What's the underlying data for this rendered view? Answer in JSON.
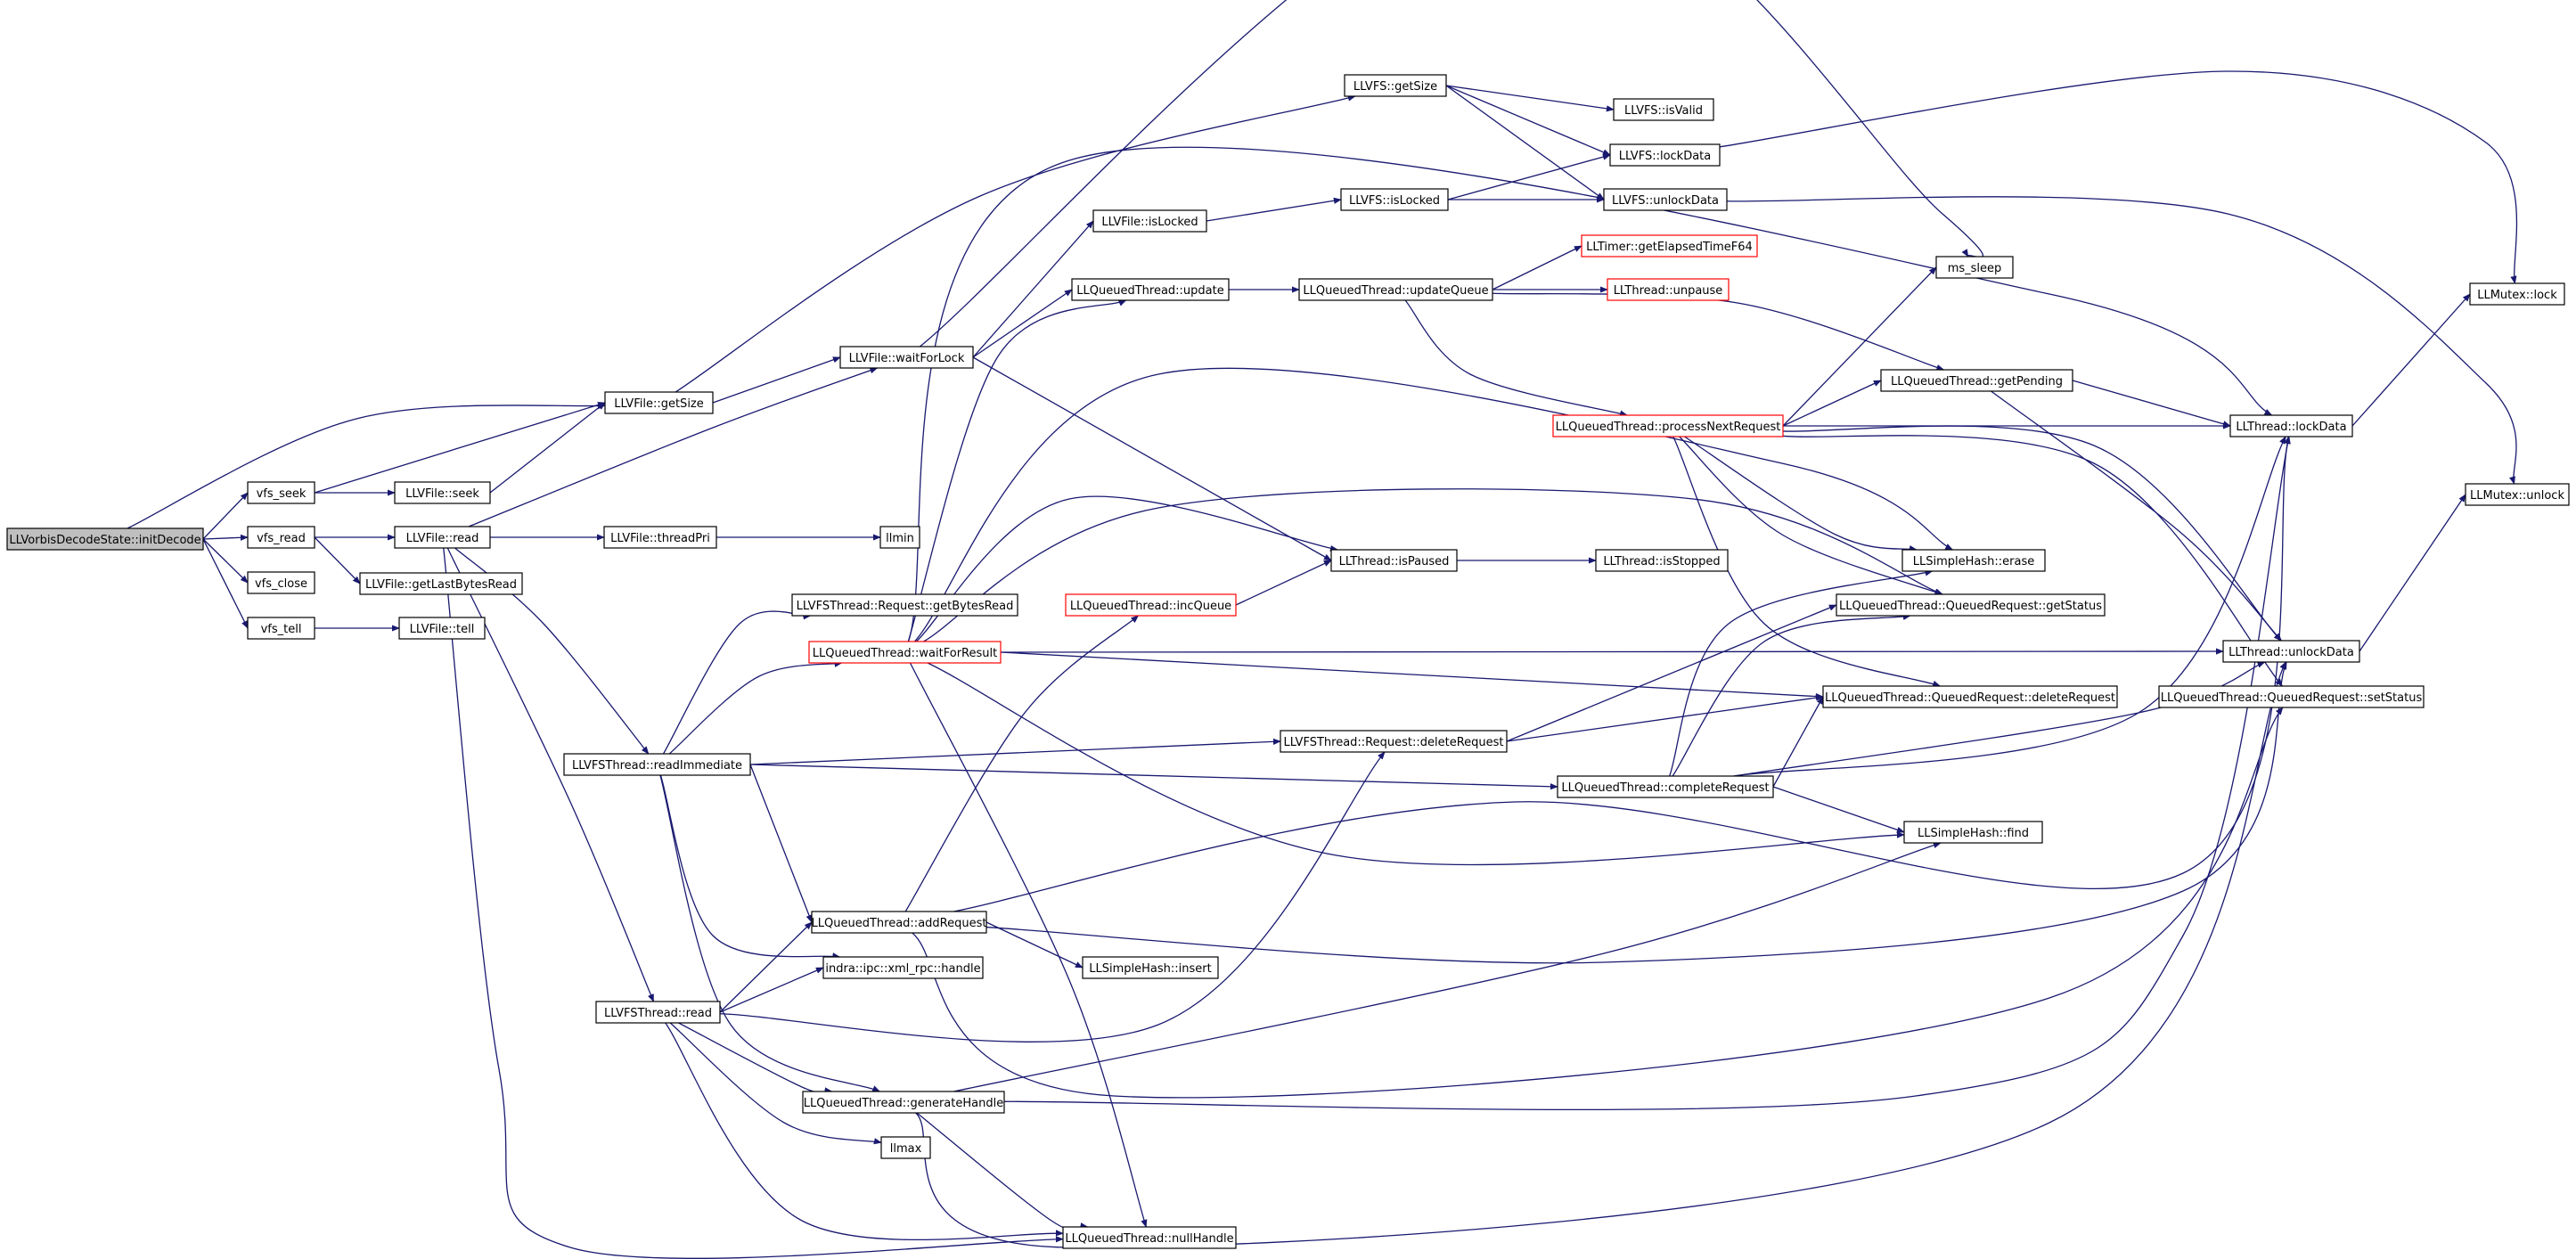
{
  "colors": {
    "edge": "#191970",
    "node_border": "#000000",
    "truncated_border": "#ff0000",
    "root_fill": "#bfbfbf"
  },
  "nodes": [
    {
      "id": "initDecode",
      "label": "LLVorbisDecodeState::initDecode",
      "style": "root"
    },
    {
      "id": "vfs_seek",
      "label": "vfs_seek"
    },
    {
      "id": "vfs_read",
      "label": "vfs_read"
    },
    {
      "id": "vfs_close",
      "label": "vfs_close"
    },
    {
      "id": "vfs_tell",
      "label": "vfs_tell"
    },
    {
      "id": "llvfile_getsize",
      "label": "LLVFile::getSize"
    },
    {
      "id": "llvfile_seek",
      "label": "LLVFile::seek"
    },
    {
      "id": "llvfile_read",
      "label": "LLVFile::read"
    },
    {
      "id": "llvfile_getlastbytesread",
      "label": "LLVFile::getLastBytesRead"
    },
    {
      "id": "llvfile_tell",
      "label": "LLVFile::tell"
    },
    {
      "id": "llvfile_waitforlock",
      "label": "LLVFile::waitForLock"
    },
    {
      "id": "llvfile_threadpri",
      "label": "LLVFile::threadPri"
    },
    {
      "id": "llmin",
      "label": "llmin"
    },
    {
      "id": "llvfs_getsize",
      "label": "LLVFS::getSize"
    },
    {
      "id": "llvfs_isvalid",
      "label": "LLVFS::isValid"
    },
    {
      "id": "llvfs_lockdata",
      "label": "LLVFS::lockData"
    },
    {
      "id": "llvfs_unlockdata",
      "label": "LLVFS::unlockData"
    },
    {
      "id": "llvfile_islocked",
      "label": "LLVFile::isLocked"
    },
    {
      "id": "llvfs_islocked",
      "label": "LLVFS::isLocked"
    },
    {
      "id": "lltimer_elapsed",
      "label": "LLTimer::getElapsedTimeF64",
      "style": "truncated"
    },
    {
      "id": "ms_sleep",
      "label": "ms_sleep"
    },
    {
      "id": "llqt_update",
      "label": "LLQueuedThread::update"
    },
    {
      "id": "llqt_updatequeue",
      "label": "LLQueuedThread::updateQueue"
    },
    {
      "id": "llthread_unpause",
      "label": "LLThread::unpause",
      "style": "truncated"
    },
    {
      "id": "llmutex_lock",
      "label": "LLMutex::lock"
    },
    {
      "id": "llqt_getpending",
      "label": "LLQueuedThread::getPending"
    },
    {
      "id": "llqt_processnext",
      "label": "LLQueuedThread::processNextRequest",
      "style": "truncated"
    },
    {
      "id": "llthread_lockdata",
      "label": "LLThread::lockData"
    },
    {
      "id": "llmutex_unlock",
      "label": "LLMutex::unlock"
    },
    {
      "id": "llthread_ispaused",
      "label": "LLThread::isPaused"
    },
    {
      "id": "llthread_isstopped",
      "label": "LLThread::isStopped"
    },
    {
      "id": "llsimplehash_erase",
      "label": "LLSimpleHash::erase"
    },
    {
      "id": "llvfsthread_getbytesread",
      "label": "LLVFSThread::Request::getBytesRead"
    },
    {
      "id": "llqt_incqueue",
      "label": "LLQueuedThread::incQueue",
      "style": "truncated"
    },
    {
      "id": "llqt_req_getstatus",
      "label": "LLQueuedThread::QueuedRequest::getStatus"
    },
    {
      "id": "llqt_waitforresult",
      "label": "LLQueuedThread::waitForResult",
      "style": "truncated"
    },
    {
      "id": "llthread_unlockdata",
      "label": "LLThread::unlockData"
    },
    {
      "id": "llqt_req_deleterequest",
      "label": "LLQueuedThread::QueuedRequest::deleteRequest"
    },
    {
      "id": "llqt_req_setstatus",
      "label": "LLQueuedThread::QueuedRequest::setStatus"
    },
    {
      "id": "llvfsthread_readimmediate",
      "label": "LLVFSThread::readImmediate"
    },
    {
      "id": "llvfsthread_req_deleterequest",
      "label": "LLVFSThread::Request::deleteRequest"
    },
    {
      "id": "llqt_completerequest",
      "label": "LLQueuedThread::completeRequest"
    },
    {
      "id": "llsimplehash_find",
      "label": "LLSimpleHash::find"
    },
    {
      "id": "llqt_addrequest",
      "label": "LLQueuedThread::addRequest"
    },
    {
      "id": "llsimplehash_insert",
      "label": "LLSimpleHash::insert"
    },
    {
      "id": "indra_handle",
      "label": "indra::ipc::xml_rpc::handle"
    },
    {
      "id": "llvfsthread_read",
      "label": "LLVFSThread::read"
    },
    {
      "id": "llqt_generatehandle",
      "label": "LLQueuedThread::generateHandle"
    },
    {
      "id": "llmax",
      "label": "llmax"
    },
    {
      "id": "llqt_nullhandle",
      "label": "LLQueuedThread::nullHandle"
    }
  ],
  "edges": [
    [
      "initDecode",
      "llvfile_getsize"
    ],
    [
      "initDecode",
      "vfs_seek"
    ],
    [
      "initDecode",
      "vfs_read"
    ],
    [
      "initDecode",
      "vfs_close"
    ],
    [
      "initDecode",
      "vfs_tell"
    ],
    [
      "vfs_seek",
      "llvfile_getsize"
    ],
    [
      "vfs_seek",
      "llvfile_seek"
    ],
    [
      "vfs_read",
      "llvfile_read"
    ],
    [
      "vfs_read",
      "llvfile_getlastbytesread"
    ],
    [
      "vfs_tell",
      "llvfile_tell"
    ],
    [
      "llvfile_seek",
      "llvfile_getsize"
    ],
    [
      "llvfile_read",
      "llvfile_waitforlock"
    ],
    [
      "llvfile_read",
      "llvfile_threadpri"
    ],
    [
      "llvfile_read",
      "llvfsthread_readimmediate"
    ],
    [
      "llvfile_read",
      "llvfsthread_read"
    ],
    [
      "llvfile_read",
      "llqt_nullhandle"
    ],
    [
      "llvfile_threadpri",
      "llmin"
    ],
    [
      "llvfile_getsize",
      "llvfile_waitforlock"
    ],
    [
      "llvfile_getsize",
      "llvfs_getsize"
    ],
    [
      "llvfile_waitforlock",
      "llvfile_islocked"
    ],
    [
      "llvfile_waitforlock",
      "llqt_update"
    ],
    [
      "llvfile_waitforlock",
      "ms_sleep"
    ],
    [
      "llvfile_waitforlock",
      "llthread_ispaused"
    ],
    [
      "llvfs_getsize",
      "llvfs_isvalid"
    ],
    [
      "llvfs_getsize",
      "llvfs_lockdata"
    ],
    [
      "llvfs_getsize",
      "llvfs_unlockdata"
    ],
    [
      "llvfile_islocked",
      "llvfs_islocked"
    ],
    [
      "llvfs_islocked",
      "llvfs_lockdata"
    ],
    [
      "llvfs_islocked",
      "llvfs_unlockdata"
    ],
    [
      "llvfs_lockdata",
      "llmutex_lock"
    ],
    [
      "llvfs_unlockdata",
      "llmutex_unlock"
    ],
    [
      "llqt_update",
      "llqt_updatequeue"
    ],
    [
      "llqt_updatequeue",
      "lltimer_elapsed"
    ],
    [
      "llqt_updatequeue",
      "llthread_unpause"
    ],
    [
      "llqt_updatequeue",
      "llqt_getpending"
    ],
    [
      "llqt_updatequeue",
      "llqt_processnext"
    ],
    [
      "llqt_processnext",
      "ms_sleep"
    ],
    [
      "llqt_processnext",
      "llqt_getpending"
    ],
    [
      "llqt_processnext",
      "llthread_lockdata"
    ],
    [
      "llqt_processnext",
      "llthread_unlockdata"
    ],
    [
      "llqt_processnext",
      "llsimplehash_erase"
    ],
    [
      "llqt_processnext",
      "llqt_req_getstatus"
    ],
    [
      "llqt_processnext",
      "llqt_req_deleterequest"
    ],
    [
      "llqt_processnext",
      "llqt_req_setstatus"
    ],
    [
      "llqt_getpending",
      "llthread_lockdata"
    ],
    [
      "llqt_getpending",
      "llthread_unlockdata"
    ],
    [
      "llthread_lockdata",
      "llmutex_lock"
    ],
    [
      "llthread_unlockdata",
      "llmutex_unlock"
    ],
    [
      "llthread_ispaused",
      "llthread_isstopped"
    ],
    [
      "llqt_incqueue",
      "llthread_ispaused"
    ],
    [
      "llqt_waitforresult",
      "llqt_update"
    ],
    [
      "llqt_waitforresult",
      "llthread_lockdata"
    ],
    [
      "llqt_waitforresult",
      "llsimplehash_erase"
    ],
    [
      "llqt_waitforresult",
      "llthread_ispaused"
    ],
    [
      "llqt_waitforresult",
      "llqt_req_getstatus"
    ],
    [
      "llqt_waitforresult",
      "llthread_unlockdata"
    ],
    [
      "llqt_waitforresult",
      "llqt_req_deleterequest"
    ],
    [
      "llqt_waitforresult",
      "llsimplehash_find"
    ],
    [
      "llqt_waitforresult",
      "llqt_nullhandle"
    ],
    [
      "llvfsthread_readimmediate",
      "llvfsthread_getbytesread"
    ],
    [
      "llvfsthread_readimmediate",
      "llqt_waitforresult"
    ],
    [
      "llvfsthread_readimmediate",
      "llvfsthread_req_deleterequest"
    ],
    [
      "llvfsthread_readimmediate",
      "llqt_completerequest"
    ],
    [
      "llvfsthread_readimmediate",
      "llqt_addrequest"
    ],
    [
      "llvfsthread_readimmediate",
      "indra_handle"
    ],
    [
      "llvfsthread_readimmediate",
      "llqt_generatehandle"
    ],
    [
      "llvfsthread_req_deleterequest",
      "llqt_req_getstatus"
    ],
    [
      "llvfsthread_req_deleterequest",
      "llqt_req_deleterequest"
    ],
    [
      "llqt_completerequest",
      "llsimplehash_erase"
    ],
    [
      "llqt_completerequest",
      "llqt_req_getstatus"
    ],
    [
      "llqt_completerequest",
      "llqt_req_deleterequest"
    ],
    [
      "llqt_completerequest",
      "llthread_lockdata"
    ],
    [
      "llqt_completerequest",
      "llthread_unlockdata"
    ],
    [
      "llqt_completerequest",
      "llsimplehash_find"
    ],
    [
      "llqt_addrequest",
      "llqt_incqueue"
    ],
    [
      "llqt_addrequest",
      "llsimplehash_insert"
    ],
    [
      "llqt_addrequest",
      "llthread_lockdata"
    ],
    [
      "llqt_addrequest",
      "llthread_unlockdata"
    ],
    [
      "llqt_addrequest",
      "llqt_req_setstatus"
    ],
    [
      "llvfsthread_read",
      "llqt_addrequest"
    ],
    [
      "llvfsthread_read",
      "indra_handle"
    ],
    [
      "llvfsthread_read",
      "llvfsthread_req_deleterequest"
    ],
    [
      "llvfsthread_read",
      "llqt_generatehandle"
    ],
    [
      "llvfsthread_read",
      "llmax"
    ],
    [
      "llvfsthread_read",
      "llqt_nullhandle"
    ],
    [
      "llqt_generatehandle",
      "llthread_lockdata"
    ],
    [
      "llqt_generatehandle",
      "llthread_unlockdata"
    ],
    [
      "llqt_generatehandle",
      "llsimplehash_find"
    ],
    [
      "llqt_generatehandle",
      "llqt_nullhandle"
    ]
  ]
}
